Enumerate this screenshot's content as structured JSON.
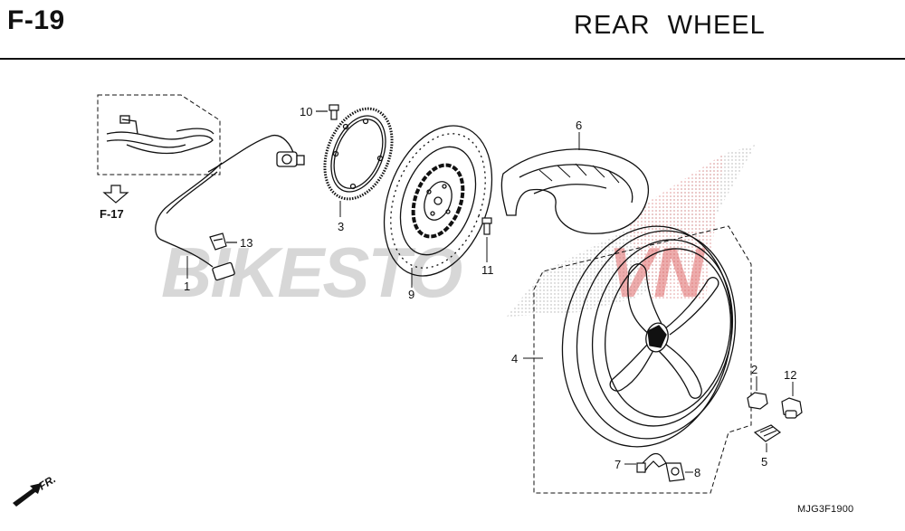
{
  "header": {
    "code": "F-19",
    "title": "REAR  WHEEL"
  },
  "reference_code": "MJG3F1900",
  "watermark": {
    "left": "BIKESTO",
    "right": "VN"
  },
  "cross_reference": "F-17",
  "direction_label": "FR.",
  "part_labels": {
    "p1": "1",
    "p2": "2",
    "p3": "3",
    "p4": "4",
    "p5": "5",
    "p6": "6",
    "p7": "7",
    "p8": "8",
    "p9": "9",
    "p10": "10",
    "p11": "11",
    "p12": "12",
    "p13": "13"
  },
  "colors": {
    "line": "#111111",
    "watermark_gray": "#c8c8c8",
    "watermark_red": "#e07070",
    "dots": "#b0b0b0"
  }
}
